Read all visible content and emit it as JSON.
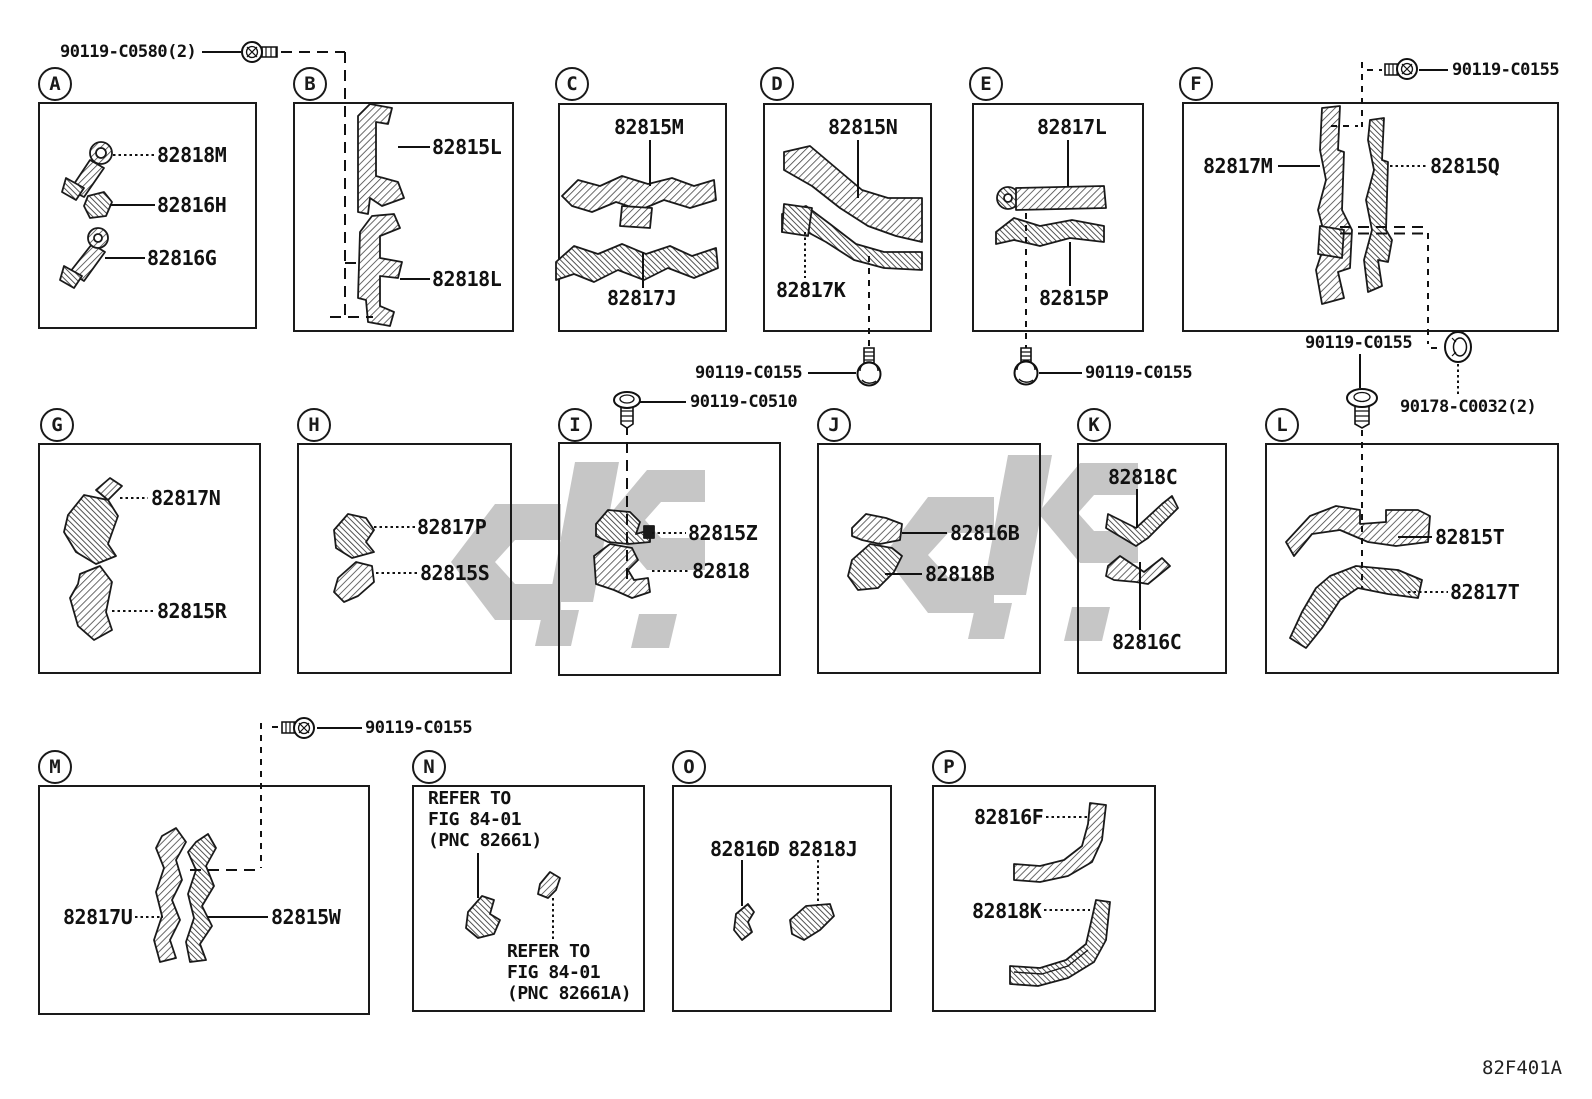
{
  "figure_code": "82F401A",
  "fasteners": {
    "c0580_top_left": "90119-C0580(2)",
    "c0155_box_d": "90119-C0155",
    "c0155_box_e": "90119-C0155",
    "c0155_box_f_top": "90119-C0155",
    "c0155_box_f_bottom": "90119-C0155",
    "c0155_box_m": "90119-C0155",
    "c0510_box_i": "90119-C0510",
    "c0032_box_f": "90178-C0032(2)"
  },
  "sections": {
    "A": {
      "letter": "A",
      "p1": "82818M",
      "p2": "82816H",
      "p3": "82816G"
    },
    "B": {
      "letter": "B",
      "p1": "82815L",
      "p2": "82818L"
    },
    "C": {
      "letter": "C",
      "p1": "82815M",
      "p2": "82817J"
    },
    "D": {
      "letter": "D",
      "p1": "82815N",
      "p2": "82817K"
    },
    "E": {
      "letter": "E",
      "p1": "82817L",
      "p2": "82815P"
    },
    "F": {
      "letter": "F",
      "p1": "82817M",
      "p2": "82815Q"
    },
    "G": {
      "letter": "G",
      "p1": "82817N",
      "p2": "82815R"
    },
    "H": {
      "letter": "H",
      "p1": "82817P",
      "p2": "82815S"
    },
    "I": {
      "letter": "I",
      "p1": "82815Z",
      "p2": "82818"
    },
    "J": {
      "letter": "J",
      "p1": "82816B",
      "p2": "82818B"
    },
    "K": {
      "letter": "K",
      "p1": "82818C",
      "p2": "82816C"
    },
    "L": {
      "letter": "L",
      "p1": "82815T",
      "p2": "82817T"
    },
    "M": {
      "letter": "M",
      "p1": "82817U",
      "p2": "82815W"
    },
    "N": {
      "letter": "N",
      "note1_line1": "REFER TO",
      "note1_line2": "FIG 84-01",
      "note1_line3": "(PNC 82661)",
      "note2_line1": "REFER TO",
      "note2_line2": "FIG 84-01",
      "note2_line3": "(PNC 82661A)"
    },
    "O": {
      "letter": "O",
      "p1": "82816D",
      "p2": "82818J"
    },
    "P": {
      "letter": "P",
      "p1": "82816F",
      "p2": "82818K"
    }
  },
  "colors": {
    "line": "#1a1a1a",
    "watermark": "#c6c6c6"
  }
}
